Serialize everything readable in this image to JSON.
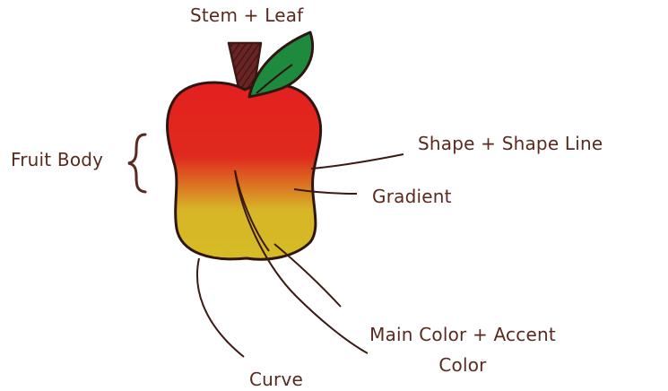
{
  "labels": {
    "stem_leaf": "Stem + Leaf",
    "fruit_body": "Fruit Body",
    "shape_line": "Shape + Shape Line",
    "gradient": "Gradient",
    "main_color": "Main Color + Accent Color",
    "curve": "Curve"
  },
  "colors": {
    "outline": "#3b1a14",
    "label_text": "#5a2a1e",
    "apple_top": "#e3201f",
    "apple_mid": "#e02a1e",
    "apple_bottom": "#d6bb26",
    "leaf": "#1e8a3e",
    "stem": "#5a1e1e"
  }
}
